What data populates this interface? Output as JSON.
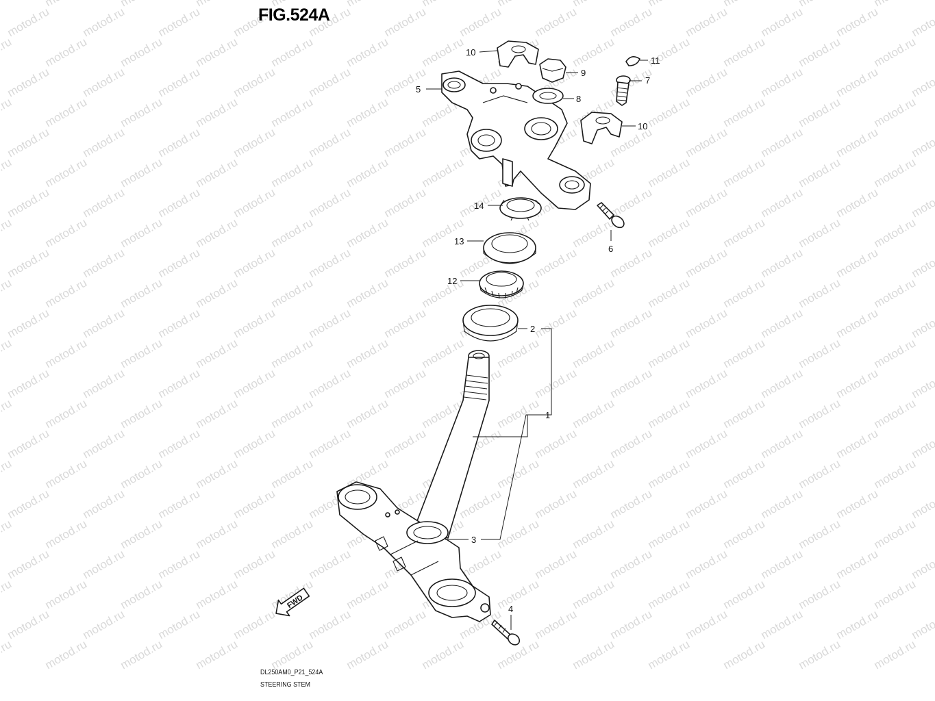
{
  "figure": {
    "title": "FIG.524A",
    "drawing_code": "DL250AM0_P21_524A",
    "drawing_name": "STEERING STEM"
  },
  "watermark": {
    "text": "motod.ru",
    "color": "#d9d9d9"
  },
  "direction_marker": {
    "label": "FWD"
  },
  "callouts": [
    {
      "id": "callout-1",
      "label": "1"
    },
    {
      "id": "callout-2",
      "label": "2"
    },
    {
      "id": "callout-3",
      "label": "3"
    },
    {
      "id": "callout-4",
      "label": "4"
    },
    {
      "id": "callout-5",
      "label": "5"
    },
    {
      "id": "callout-6",
      "label": "6"
    },
    {
      "id": "callout-7",
      "label": "7"
    },
    {
      "id": "callout-8",
      "label": "8"
    },
    {
      "id": "callout-9",
      "label": "9"
    },
    {
      "id": "callout-10a",
      "label": "10"
    },
    {
      "id": "callout-10b",
      "label": "10"
    },
    {
      "id": "callout-11",
      "label": "11"
    },
    {
      "id": "callout-12",
      "label": "12"
    },
    {
      "id": "callout-13",
      "label": "13"
    },
    {
      "id": "callout-14",
      "label": "14"
    }
  ]
}
